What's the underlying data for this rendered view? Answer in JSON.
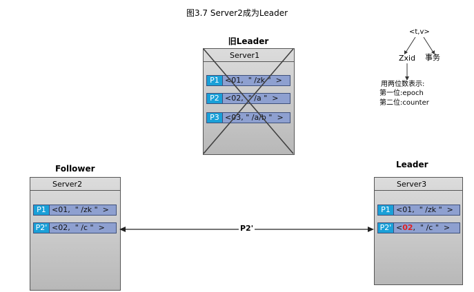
{
  "caption": "图3.7 Server2成为Leader",
  "old_leader": {
    "label": "旧Leader",
    "server_name": "Server1",
    "entries": [
      {
        "id": "P1",
        "value": "<01,  \" /zk \"  >"
      },
      {
        "id": "P2",
        "value": "<02,  \" /a \"  >"
      },
      {
        "id": "P3",
        "value": "<03, \" /a/b \"  >"
      }
    ]
  },
  "follower": {
    "label": "Follower",
    "server_name": "Server2",
    "entries": [
      {
        "id": "P1",
        "value": "<01,  \" /zk \"  >"
      },
      {
        "id": "P2'",
        "value": "<02,  \" /c \"  >"
      }
    ]
  },
  "leader": {
    "label": "Leader",
    "server_name": "Server3",
    "entries": [
      {
        "id": "P1",
        "value": "<01,  \" /zk \"  >"
      },
      {
        "id": "P2'",
        "value_prefix": "<",
        "value_highlight": "02",
        "value_suffix": ",  \" /c \"  >"
      }
    ]
  },
  "sync_arrow_label": "P2'",
  "legend": {
    "tuple": "<t,v>",
    "left_branch": "Zxid",
    "right_branch": "事务",
    "note_lines": [
      "用两位数表示:",
      "第一位:epoch",
      "第二位:counter"
    ]
  },
  "colors": {
    "entry_id_bg": "#1aa0d8",
    "entry_value_bg": "#8ea0d0",
    "highlight": "#e02020"
  }
}
